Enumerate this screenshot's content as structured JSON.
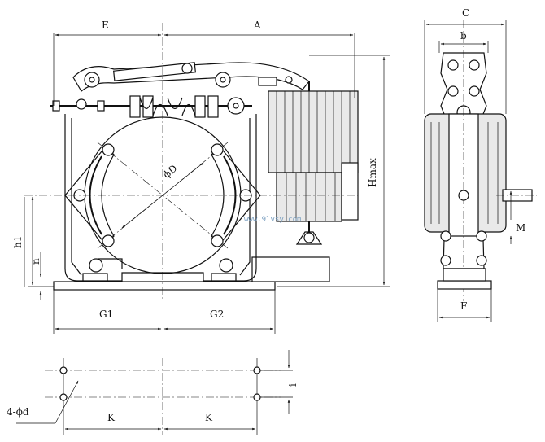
{
  "labels": {
    "E": "E",
    "A": "A",
    "C": "C",
    "b": "b",
    "D": "ϕD",
    "Hmax": "Hmax",
    "h1": "h1",
    "n": "n",
    "G1": "G1",
    "G2": "G2",
    "M": "M",
    "F": "F",
    "K1": "K",
    "K2": "K",
    "i": "i",
    "holes": "4-ϕd"
  },
  "watermark": "www.9lvsy.com"
}
